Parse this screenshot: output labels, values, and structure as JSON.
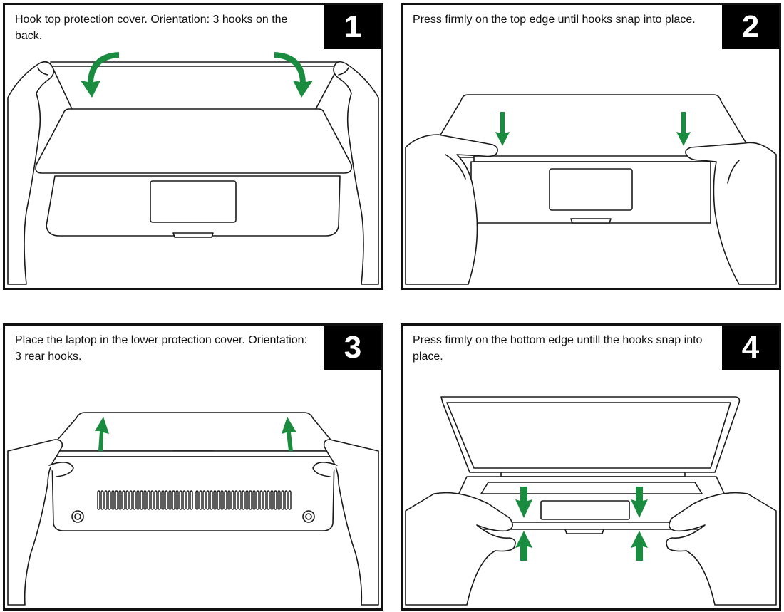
{
  "colors": {
    "arrow": "#1a8c3f",
    "outline": "#1a1a1a",
    "badge": "#000000"
  },
  "steps": [
    {
      "number": "1",
      "caption": "Hook top protection cover. Orientation: 3 hooks on the back."
    },
    {
      "number": "2",
      "caption": "Press firmly on the top edge until hooks snap into place."
    },
    {
      "number": "3",
      "caption": "Place the laptop in the lower protection cover. Orientation: 3 rear hooks."
    },
    {
      "number": "4",
      "caption": "Press firmly on the bottom edge untill the hooks snap into place."
    }
  ]
}
